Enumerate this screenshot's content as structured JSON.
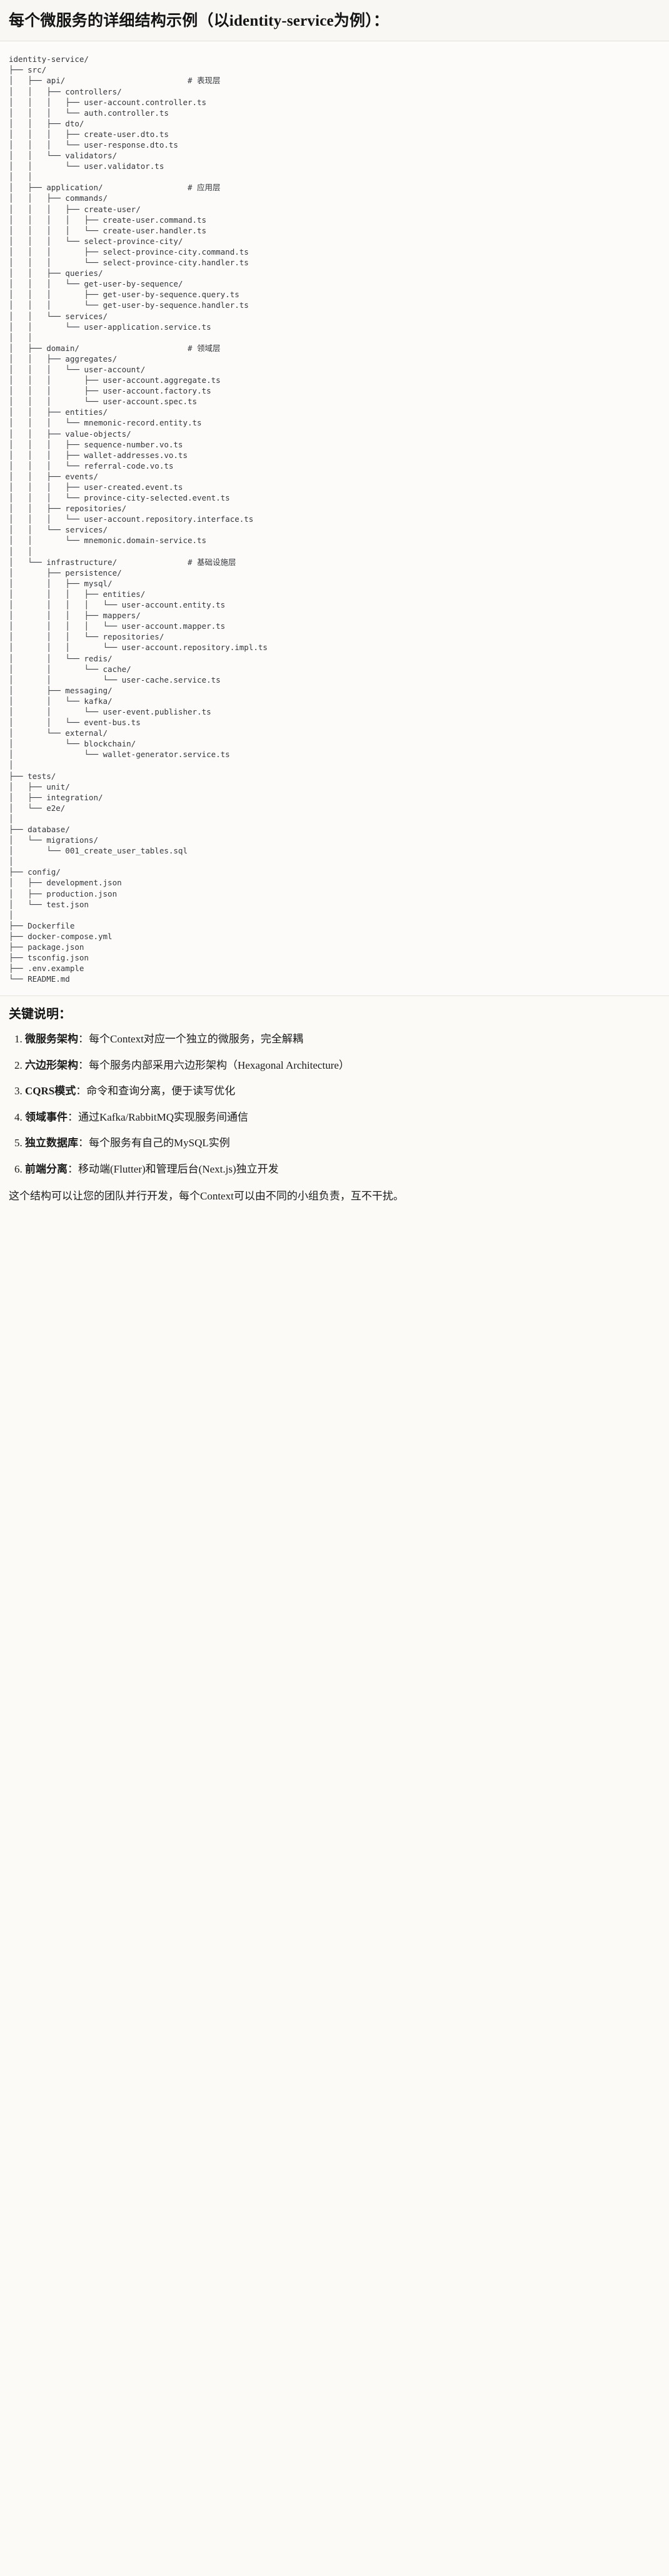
{
  "heading": {
    "title": "每个微服务的详细结构示例（以identity-service为例）："
  },
  "tree": {
    "root": "identity-service/",
    "text": "identity-service/\n├── src/\n│   ├── api/                          # 表现层\n│   │   ├── controllers/\n│   │   │   ├── user-account.controller.ts\n│   │   │   └── auth.controller.ts\n│   │   ├── dto/\n│   │   │   ├── create-user.dto.ts\n│   │   │   └── user-response.dto.ts\n│   │   └── validators/\n│   │       └── user.validator.ts\n│   │\n│   ├── application/                  # 应用层\n│   │   ├── commands/\n│   │   │   ├── create-user/\n│   │   │   │   ├── create-user.command.ts\n│   │   │   │   └── create-user.handler.ts\n│   │   │   └── select-province-city/\n│   │   │       ├── select-province-city.command.ts\n│   │   │       └── select-province-city.handler.ts\n│   │   ├── queries/\n│   │   │   └── get-user-by-sequence/\n│   │   │       ├── get-user-by-sequence.query.ts\n│   │   │       └── get-user-by-sequence.handler.ts\n│   │   └── services/\n│   │       └── user-application.service.ts\n│   │\n│   ├── domain/                       # 领域层\n│   │   ├── aggregates/\n│   │   │   └── user-account/\n│   │   │       ├── user-account.aggregate.ts\n│   │   │       ├── user-account.factory.ts\n│   │   │       └── user-account.spec.ts\n│   │   ├── entities/\n│   │   │   └── mnemonic-record.entity.ts\n│   │   ├── value-objects/\n│   │   │   ├── sequence-number.vo.ts\n│   │   │   ├── wallet-addresses.vo.ts\n│   │   │   └── referral-code.vo.ts\n│   │   ├── events/\n│   │   │   ├── user-created.event.ts\n│   │   │   └── province-city-selected.event.ts\n│   │   ├── repositories/\n│   │   │   └── user-account.repository.interface.ts\n│   │   └── services/\n│   │       └── mnemonic.domain-service.ts\n│   │\n│   └── infrastructure/               # 基础设施层\n│       ├── persistence/\n│       │   ├── mysql/\n│       │   │   ├── entities/\n│       │   │   │   └── user-account.entity.ts\n│       │   │   ├── mappers/\n│       │   │   │   └── user-account.mapper.ts\n│       │   │   └── repositories/\n│       │   │       └── user-account.repository.impl.ts\n│       │   └── redis/\n│       │       └── cache/\n│       │           └── user-cache.service.ts\n│       ├── messaging/\n│       │   └── kafka/\n│       │       └── user-event.publisher.ts\n│       │   └── event-bus.ts\n│       └── external/\n│           └── blockchain/\n│               └── wallet-generator.service.ts\n│\n├── tests/\n│   ├── unit/\n│   ├── integration/\n│   └── e2e/\n│\n├── database/\n│   └── migrations/\n│       └── 001_create_user_tables.sql\n│\n├── config/\n│   ├── development.json\n│   ├── production.json\n│   └── test.json\n│\n├── Dockerfile\n├── docker-compose.yml\n├── package.json\n├── tsconfig.json\n├── .env.example\n└── README.md",
    "layer_comments": [
      "# 表现层",
      "# 应用层",
      "# 领域层",
      "# 基础设施层"
    ]
  },
  "notes": {
    "title": "关键说明：",
    "items": [
      {
        "term": "微服务架构",
        "sep": "：",
        "desc": "每个Context对应一个独立的微服务，完全解耦"
      },
      {
        "term": "六边形架构",
        "sep": "：",
        "desc": "每个服务内部采用六边形架构（Hexagonal Architecture）"
      },
      {
        "term": "CQRS模式",
        "sep": "：",
        "desc": "命令和查询分离，便于读写优化"
      },
      {
        "term": "领域事件",
        "sep": "：",
        "desc": "通过Kafka/RabbitMQ实现服务间通信"
      },
      {
        "term": "独立数据库",
        "sep": "：",
        "desc": "每个服务有自己的MySQL实例"
      },
      {
        "term": "前端分离",
        "sep": "：",
        "desc": "移动端(Flutter)和管理后台(Next.js)独立开发"
      }
    ],
    "closing": "这个结构可以让您的团队并行开发，每个Context可以由不同的小组负责，互不干扰。"
  }
}
